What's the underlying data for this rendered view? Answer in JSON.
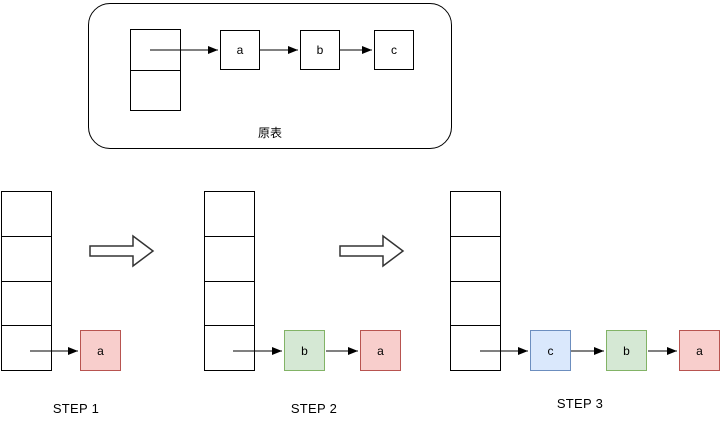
{
  "original_list": {
    "label": "原表",
    "nodes": [
      "a",
      "b",
      "c"
    ]
  },
  "steps": [
    {
      "label": "STEP 1",
      "nodes": [
        {
          "text": "a",
          "fill": "#f8cecc",
          "border": "#b85450"
        }
      ]
    },
    {
      "label": "STEP 2",
      "nodes": [
        {
          "text": "b",
          "fill": "#d5e8d4",
          "border": "#82b366"
        },
        {
          "text": "a",
          "fill": "#f8cecc",
          "border": "#b85450"
        }
      ]
    },
    {
      "label": "STEP 3",
      "nodes": [
        {
          "text": "c",
          "fill": "#dae8fc",
          "border": "#6c8ebf"
        },
        {
          "text": "b",
          "fill": "#d5e8d4",
          "border": "#82b366"
        },
        {
          "text": "a",
          "fill": "#f8cecc",
          "border": "#b85450"
        }
      ]
    }
  ],
  "colors": {
    "line_stroke": "#000000",
    "hollow_arrow_stroke": "#333333",
    "red_fill": "#f8cecc",
    "red_border": "#b85450",
    "green_fill": "#d5e8d4",
    "green_border": "#82b366",
    "blue_fill": "#dae8fc",
    "blue_border": "#6c8ebf"
  }
}
